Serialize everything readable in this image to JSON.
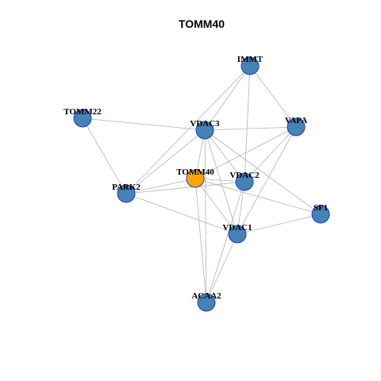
{
  "title": "TOMM40",
  "colors": {
    "focus_node": "#FFA500",
    "other_node": "#4682B4",
    "node_border": "#1F3FBF",
    "edge": "#B3B3B3"
  },
  "nodes": [
    {
      "id": "IMMT",
      "label": "IMMT",
      "focus": false
    },
    {
      "id": "TOMM22",
      "label": "TOMM22",
      "focus": false
    },
    {
      "id": "VDAC3",
      "label": "VDAC3",
      "focus": false
    },
    {
      "id": "VAPA",
      "label": "VAPA",
      "focus": false
    },
    {
      "id": "TOMM40",
      "label": "TOMM40",
      "focus": true
    },
    {
      "id": "VDAC2",
      "label": "VDAC2",
      "focus": false
    },
    {
      "id": "PARK2",
      "label": "PARK2",
      "focus": false
    },
    {
      "id": "SF1",
      "label": "SF1",
      "focus": false
    },
    {
      "id": "VDAC1",
      "label": "VDAC1",
      "focus": false
    },
    {
      "id": "ACAA2",
      "label": "ACAA2",
      "focus": false
    }
  ],
  "edges": [
    [
      "IMMT",
      "VDAC3"
    ],
    [
      "IMMT",
      "VAPA"
    ],
    [
      "IMMT",
      "PARK2"
    ],
    [
      "IMMT",
      "VDAC2"
    ],
    [
      "TOMM22",
      "VDAC3"
    ],
    [
      "TOMM22",
      "PARK2"
    ],
    [
      "VDAC3",
      "VAPA"
    ],
    [
      "VDAC3",
      "PARK2"
    ],
    [
      "VDAC3",
      "TOMM40"
    ],
    [
      "VDAC3",
      "VDAC2"
    ],
    [
      "VDAC3",
      "VDAC1"
    ],
    [
      "VDAC3",
      "SF1"
    ],
    [
      "VDAC3",
      "ACAA2"
    ],
    [
      "VAPA",
      "VDAC2"
    ],
    [
      "VAPA",
      "TOMM40"
    ],
    [
      "VAPA",
      "VDAC1"
    ],
    [
      "TOMM40",
      "PARK2"
    ],
    [
      "TOMM40",
      "VDAC2"
    ],
    [
      "TOMM40",
      "VDAC1"
    ],
    [
      "TOMM40",
      "ACAA2"
    ],
    [
      "TOMM40",
      "SF1"
    ],
    [
      "VDAC2",
      "PARK2"
    ],
    [
      "VDAC2",
      "VDAC1"
    ],
    [
      "VDAC2",
      "ACAA2"
    ],
    [
      "PARK2",
      "VDAC1"
    ],
    [
      "VDAC1",
      "SF1"
    ],
    [
      "VDAC1",
      "ACAA2"
    ]
  ]
}
